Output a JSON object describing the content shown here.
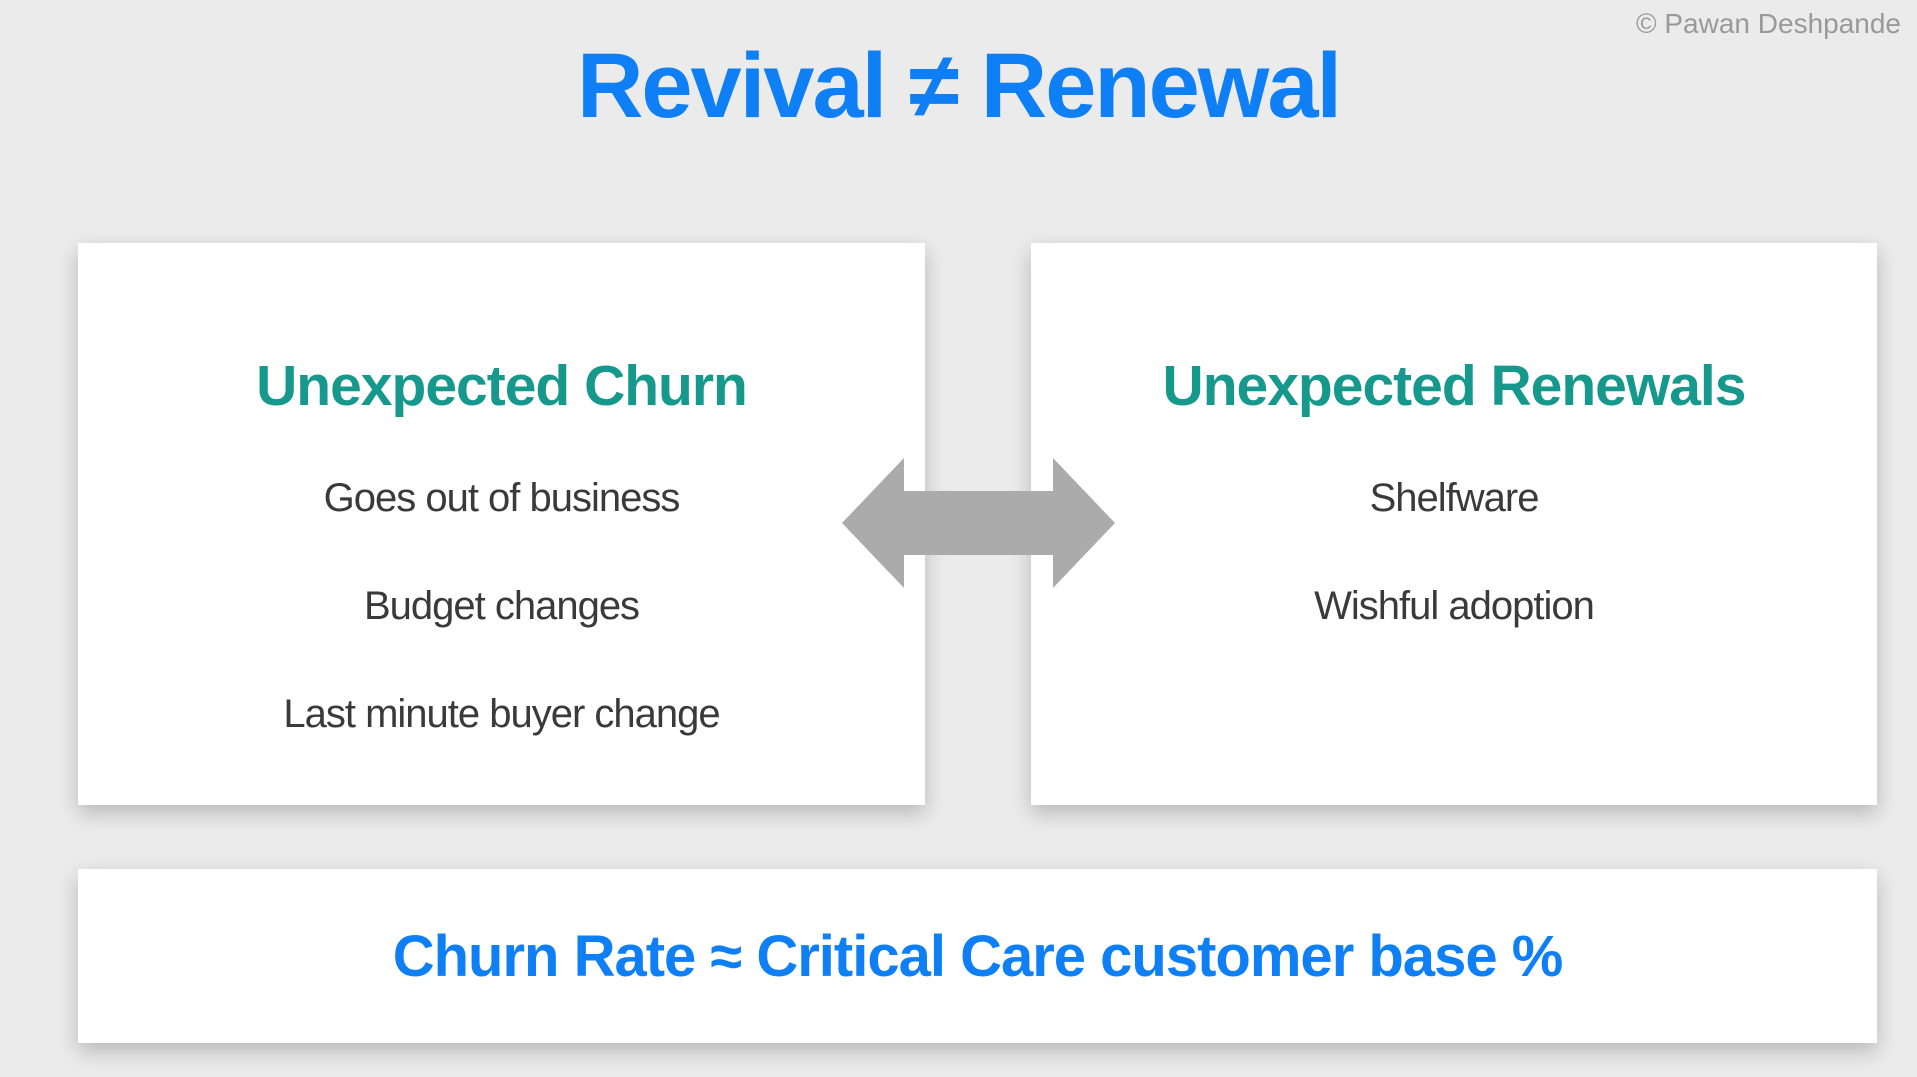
{
  "title": "Revival ≠ Renewal",
  "copyright": "© Pawan Deshpande",
  "left_card": {
    "heading": "Unexpected Churn",
    "items": [
      "Goes out of business",
      "Budget changes",
      "Last minute buyer change"
    ]
  },
  "right_card": {
    "heading": "Unexpected Renewals",
    "items": [
      "Shelfware",
      "Wishful adoption"
    ]
  },
  "footer": {
    "text": "Churn Rate ≈ Critical Care customer base %"
  },
  "icons": {
    "double_arrow": "left-right-double-arrow"
  },
  "colors": {
    "accent_blue": "#0e7ff5",
    "heading_teal": "#16998c",
    "body_text": "#3a3a3a",
    "arrow_gray": "#ababab",
    "background": "#ebebeb",
    "card_background": "#ffffff",
    "copyright_gray": "#999999"
  }
}
